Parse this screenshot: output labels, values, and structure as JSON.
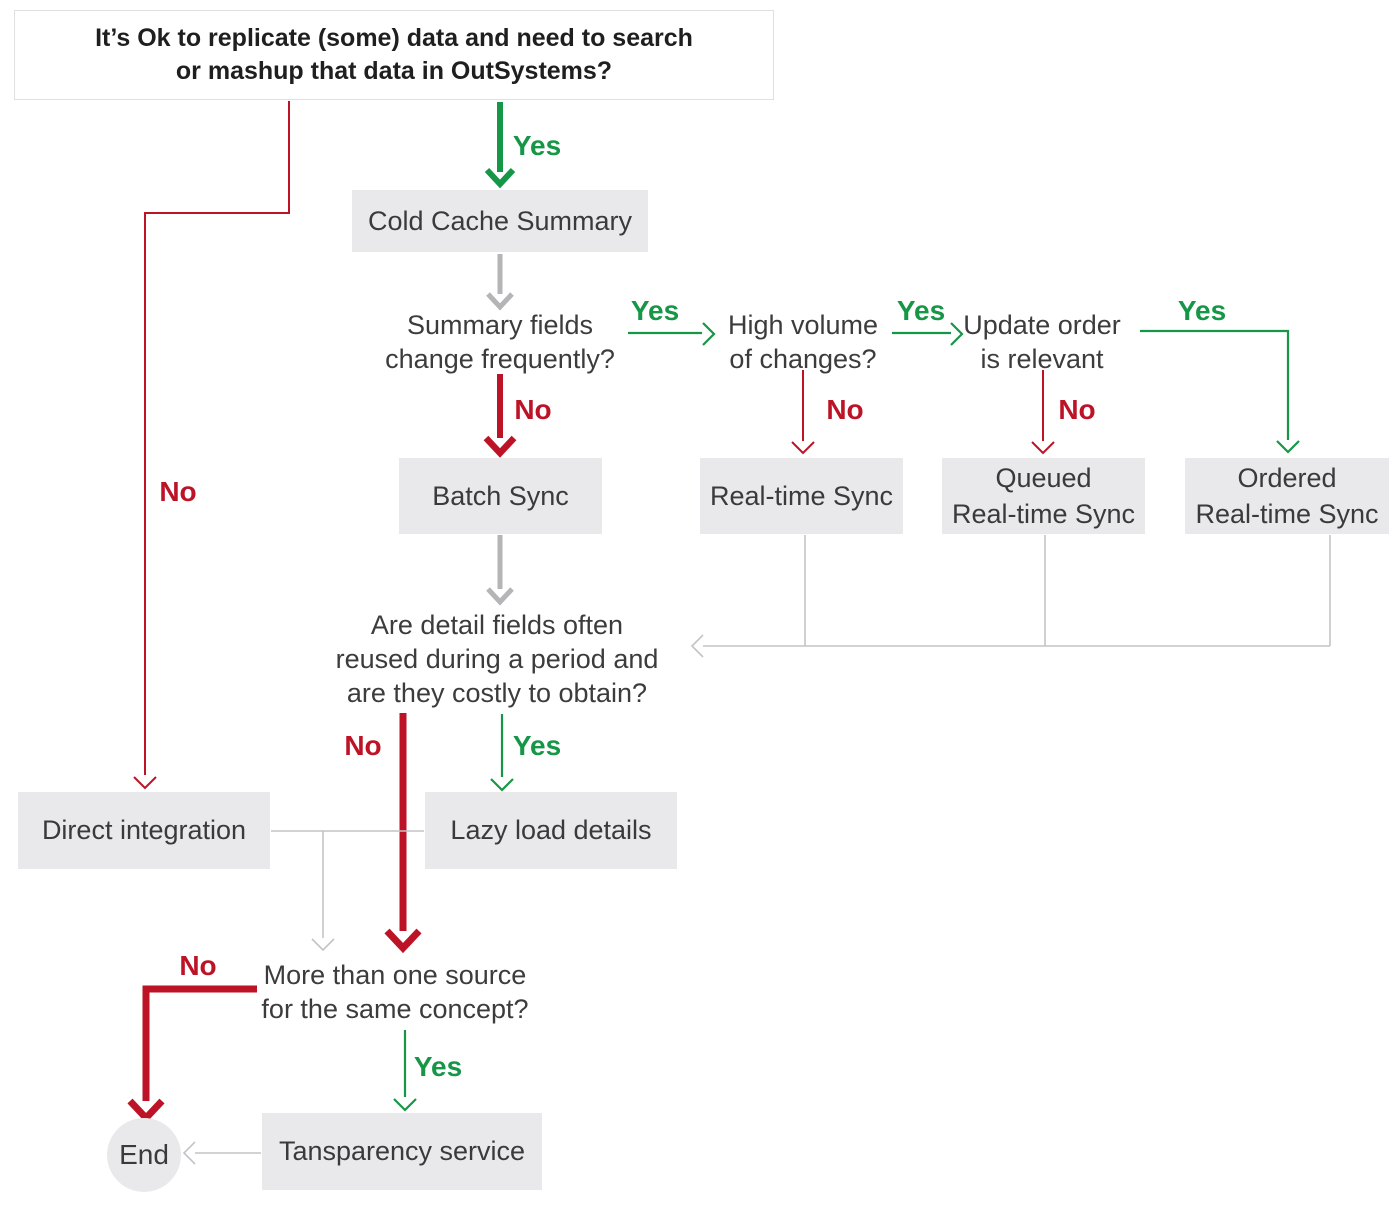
{
  "title": {
    "text": "It’s Ok to replicate (some) data and need to search\nor mashup that data in OutSystems?"
  },
  "nodes": {
    "cold_cache": {
      "label": "Cold Cache Summary"
    },
    "batch_sync": {
      "label": "Batch Sync"
    },
    "real_time_sync": {
      "label": "Real-time Sync"
    },
    "queued_real_time_sync": {
      "label": "Queued\nReal-time Sync"
    },
    "ordered_real_time_sync": {
      "label": "Ordered\nReal-time Sync"
    },
    "direct_integration": {
      "label": "Direct integration"
    },
    "lazy_load_details": {
      "label": "Lazy load details"
    },
    "transparency_service": {
      "label": "Tansparency service"
    },
    "end": {
      "label": "End"
    }
  },
  "questions": {
    "summary_fields": {
      "text": "Summary fields\nchange frequently?"
    },
    "high_volume": {
      "text": "High volume\nof changes?"
    },
    "update_order": {
      "text": "Update order\nis relevant"
    },
    "detail_fields": {
      "text": "Are detail fields often\nreused during a period and\nare they costly to obtain?"
    },
    "multiple_sources": {
      "text": "More than one source\nfor the same concept?"
    }
  },
  "edge_labels": {
    "yes_root": "Yes",
    "no_root": "No",
    "yes_summary": "Yes",
    "no_summary": "No",
    "yes_high_volume": "Yes",
    "no_high_volume": "No",
    "yes_update_order": "Yes",
    "no_update_order": "No",
    "yes_detail": "Yes",
    "no_detail": "No",
    "yes_multiple": "Yes",
    "no_multiple": "No"
  },
  "colors": {
    "yes_green": "#169647",
    "no_red": "#BD1326",
    "gray_line": "#B5B5B7",
    "gray_thin": "#C4C4C6",
    "box_fill": "#E9E9EB"
  }
}
